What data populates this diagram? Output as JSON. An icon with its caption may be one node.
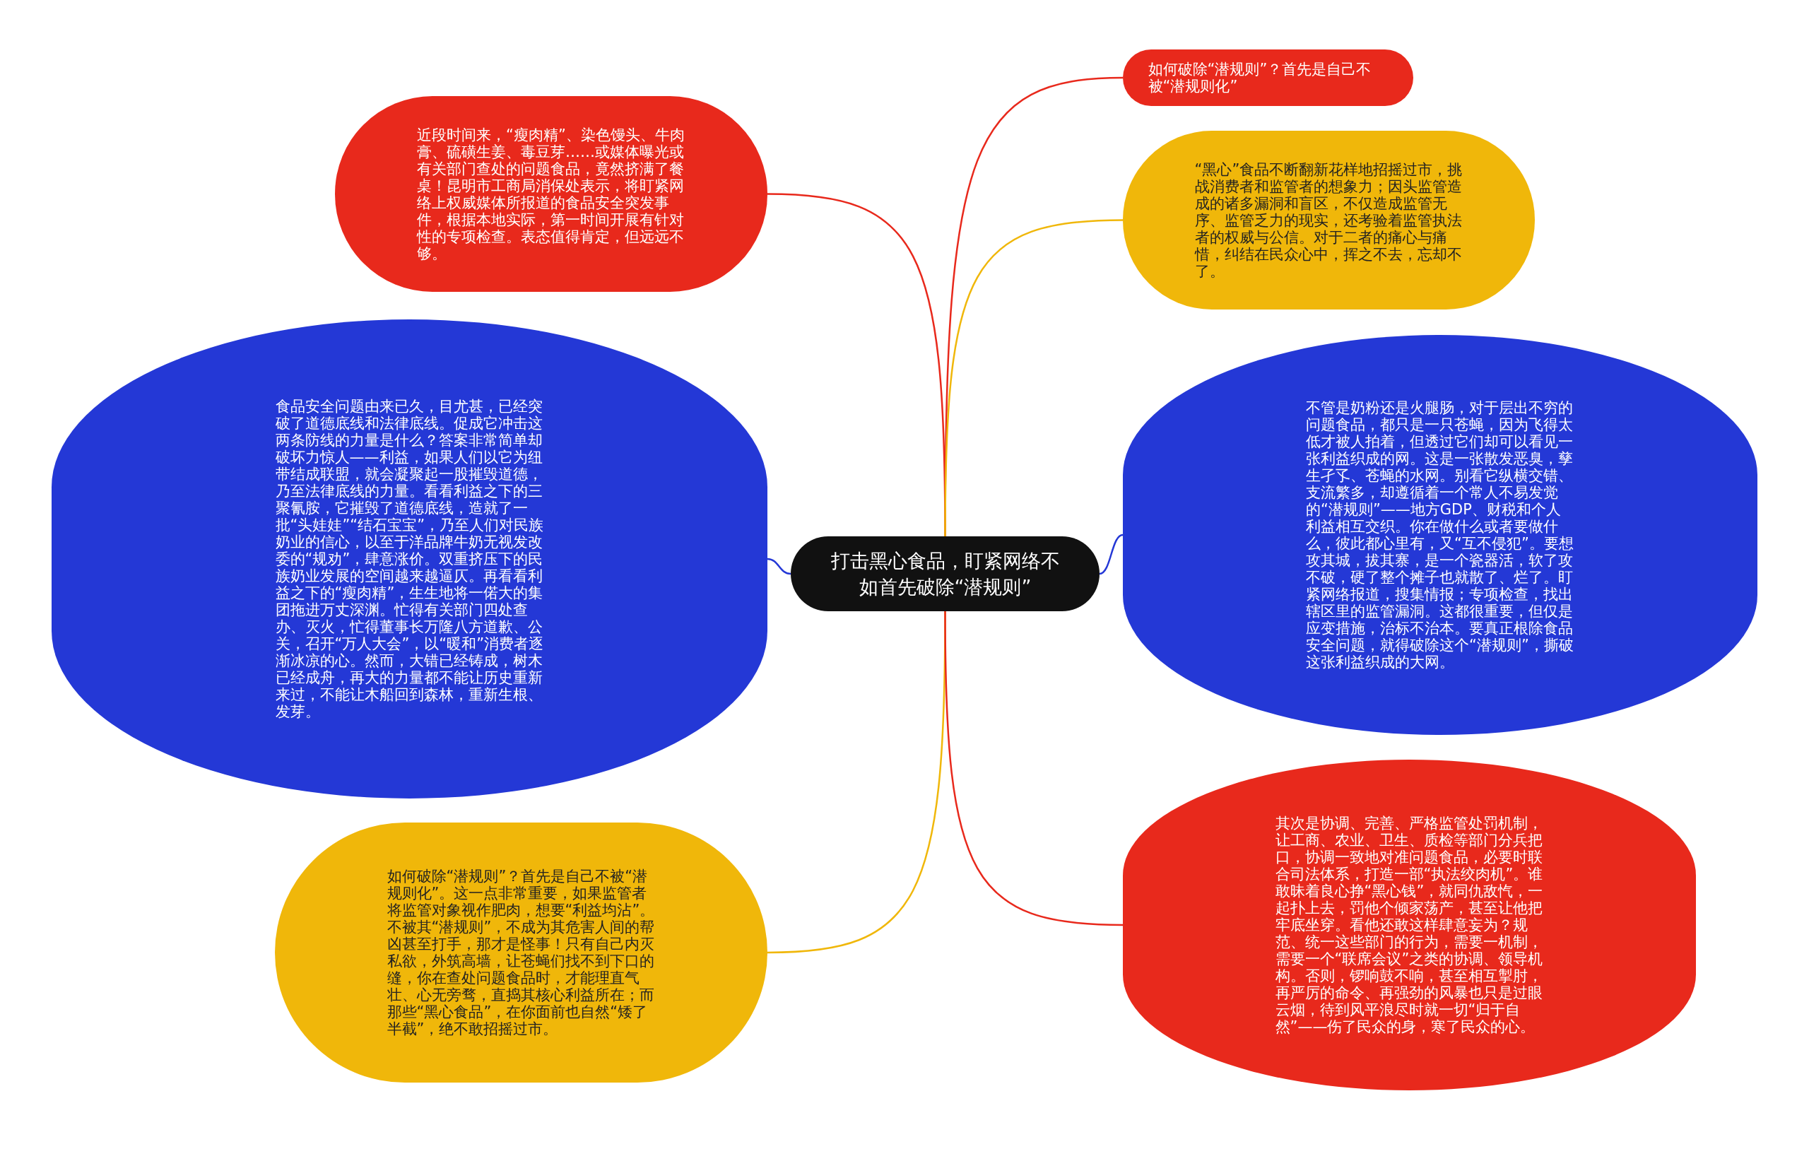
{
  "diagram": {
    "nodes": [
      {
        "text": [
          "打击黑心食品，盯紧网络不如首先破除“潜规则”"
        ]
      },
      {
        "text": [
          "近段时间来，“瘦肉精”、染色馒头、牛肉膏、硫磺生姜、毒豆芽……或媒体曝光或有关部门查处的问题食品，竟然挤满了餐桌！昆明市工商局消保处表示，将盯紧网络上权威媒体所报道的食品安全突发事件，根据本地实际，第一时间开展有针对性的专项检查。表态值得肯定，但远远不够。"
        ]
      },
      {
        "text": [
          "食品安全问题由来已久，目尤甚，已经突破了道德底线和法律底线。促成它冲击这两条防线的力量是什么？答案非常简单却破坏力惊人——利益，如果人们以它为纽带结成联盟，就会凝聚起一股摧毁道德，乃至法律底线的力量。看看利益之下的三聚氰胺，它摧毁了道德底线，造就了一批“头娃娃”“结石宝宝”，乃至人们对民族奶业的信心，以至于洋品牌牛奶无视发改委的“规劝”，肆意涨价。双重挤压下的民族奶业发展的空间越来越逼仄。再看看利益之下的“瘦肉精”，生生地将一偌大的集团拖进万丈深渊。忙得有关部门四处查办、灭火，忙得董事长万隆八方道歉、公关，召开“万人大会”，以“暖和”消费者逐渐冰凉的心。然而，大错已经铸成，树木已经成舟，再大的力量都不能让历史重新来过，不能让木船回到森林，重新生根、发芽。"
        ]
      },
      {
        "text": [
          "如何破除“潜规则”？首先是自己不被“潜规则化”。这一点非常重要，如果监管者将监管对象视作肥肉，想要“利益均沾”。不被其“潜规则”，不成为其危害人间的帮凶甚至打手，那才是怪事！只有自己内灭私欲，外筑高墙，让苍蝇们找不到下口的缝，你在查处问题食品时，才能理直气壮、心无旁骛，直捣其核心利益所在；而那些“黑心食品”，在你面前也自然“矮了半截”，绝不敢招摇过市。"
        ]
      },
      {
        "text": [
          "如何破除“潜规则”？首先是自己不被“潜规则化”"
        ]
      },
      {
        "text": [
          "“黑心”食品不断翻新花样地招摇过市，挑战消费者和监管者的想象力；因头监管造成的诸多漏洞和盲区，不仅造成监管无序、监管乏力的现实，还考验着监管执法者的权威与公信。对于二者的痛心与痛惜，纠结在民众心中，挥之不去，忘却不了。"
        ]
      },
      {
        "text": [
          "不管是奶粉还是火腿肠，对于层出不穷的问题食品，都只是一只苍蝇，因为飞得太低才被人拍着，但透过它们却可以看见一张利益织成的网。这是一张散发恶臭，孳生孑孓、苍蝇的水网。别看它纵横交错、支流繁多，却遵循着一个常人不易发觉的“潜规则”——地方GDP、财税和个人利益相互交织。你在做什么或者要做什么，彼此都心里有，又“互不侵犯”。要想攻其城，拔其寨，是一个瓷器活，软了攻不破，硬了整个摊子也就散了、烂了。盯紧网络报道，搜集情报；专项检查，找出辖区里的监管漏洞。这都很重要，但仅是应变措施，治标不治本。要真正根除食品安全问题，就得破除这个“潜规则”，撕破这张利益织成的大网。"
        ]
      },
      {
        "text": [
          "其次是协调、完善、严格监管处罚机制，让工商、农业、卫生、质检等部门分兵把口，协调一致地对准问题食品，必要时联合司法体系，打造一部“执法绞肉机”。谁敢昧着良心挣“黑心钱”，就同仇敌忾，一起扑上去，罚他个倾家荡产，甚至让他把牢底坐穿。看他还敢这样肆意妄为？规范、统一这些部门的行为，需要一机制，需要一个“联席会议”之类的协调、领导机构。否则，锣响鼓不响，甚至相互掣肘，再严厉的命令、再强劲的风暴也只是过眼云烟，待到风平浪尽时就一切“归于自然”——伤了民众的身，寒了民众的心。"
        ]
      }
    ],
    "edges": [
      {
        "from": 0,
        "to": 1,
        "arrow": "none"
      },
      {
        "from": 0,
        "to": 2,
        "arrow": "none",
        "color": "#2438d6"
      },
      {
        "from": 0,
        "to": 3,
        "arrow": "none",
        "color": "#f0b70a"
      },
      {
        "from": 0,
        "to": 4,
        "arrow": "none"
      },
      {
        "from": 0,
        "to": 5,
        "arrow": "none",
        "color": "#f0b70a"
      },
      {
        "from": 0,
        "to": 6,
        "arrow": "none",
        "color": "#2438d6"
      },
      {
        "from": 0,
        "to": 7,
        "arrow": "none"
      }
    ]
  }
}
